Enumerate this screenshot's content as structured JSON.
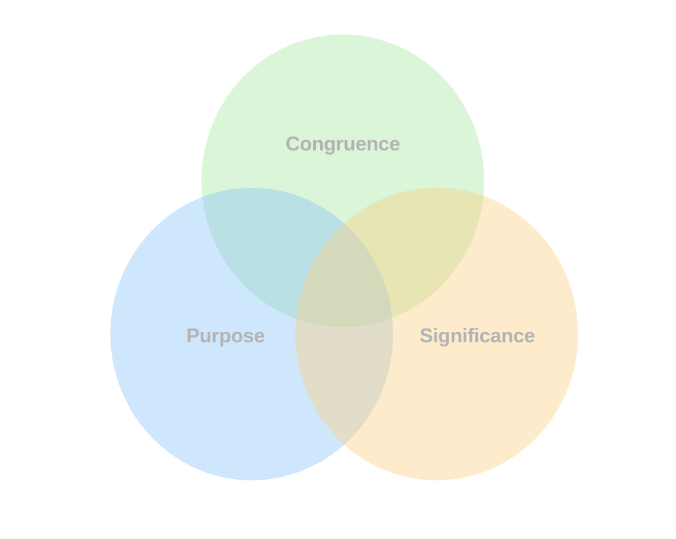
{
  "diagram": {
    "type": "venn",
    "sets": [
      {
        "key": "congruence",
        "label": "Congruence",
        "color": "#98e38f",
        "opacity": 0.36
      },
      {
        "key": "purpose",
        "label": "Purpose",
        "color": "#8cc6f8",
        "opacity": 0.42
      },
      {
        "key": "significance",
        "label": "Significance",
        "color": "#fbcf83",
        "opacity": 0.42
      }
    ],
    "label_color": "#b3b3b3",
    "background": "#ffffff"
  }
}
